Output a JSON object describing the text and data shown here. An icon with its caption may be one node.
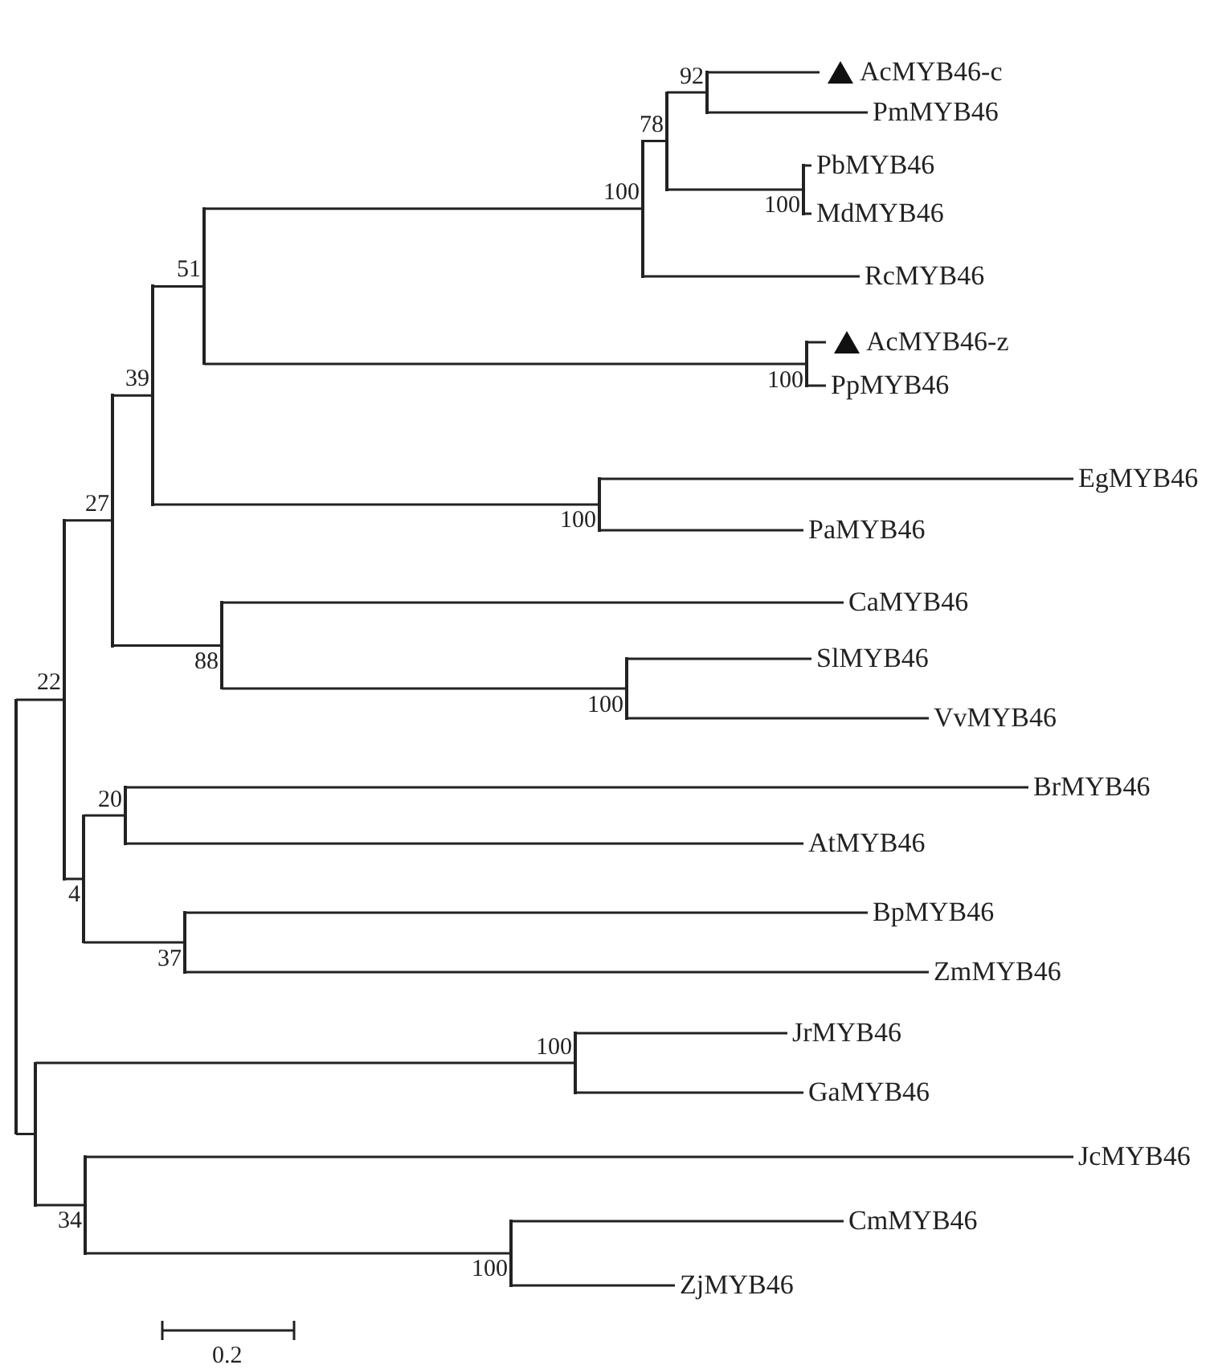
{
  "diagram": {
    "nodes": [
      {
        "text": [],
        "shape": "bar"
      },
      {
        "text": [],
        "shape": "bar",
        "beside": [
          "22"
        ]
      },
      {
        "text": [],
        "shape": "bar",
        "beside": [
          "27"
        ]
      },
      {
        "text": [],
        "shape": "bar",
        "beside": [
          "39"
        ]
      },
      {
        "text": [],
        "shape": "bar",
        "beside": [
          "51"
        ]
      },
      {
        "text": [],
        "shape": "bar",
        "beside": [
          "100"
        ]
      },
      {
        "text": [],
        "shape": "bar",
        "beside": [
          "78"
        ]
      },
      {
        "text": [],
        "shape": "bar",
        "beside": [
          "92"
        ]
      },
      {
        "text": [
          "AcMYB46-c"
        ]
      },
      {
        "text": [
          "PmMYB46"
        ]
      },
      {
        "text": [],
        "shape": "bar",
        "beside": [
          "100"
        ]
      },
      {
        "text": [
          "PbMYB46"
        ]
      },
      {
        "text": [
          "MdMYB46"
        ]
      },
      {
        "text": [
          "RcMYB46"
        ]
      },
      {
        "text": [],
        "shape": "bar",
        "beside": [
          "100"
        ]
      },
      {
        "text": [
          "AcMYB46-z"
        ]
      },
      {
        "text": [
          "PpMYB46"
        ]
      },
      {
        "text": [],
        "shape": "bar",
        "beside": [
          "100"
        ]
      },
      {
        "text": [
          "EgMYB46"
        ]
      },
      {
        "text": [
          "PaMYB46"
        ]
      },
      {
        "text": [],
        "shape": "bar",
        "beside": [
          "88"
        ]
      },
      {
        "text": [
          "CaMYB46"
        ]
      },
      {
        "text": [],
        "shape": "bar",
        "beside": [
          "100"
        ]
      },
      {
        "text": [
          "SlMYB46"
        ]
      },
      {
        "text": [
          "VvMYB46"
        ]
      },
      {
        "text": [],
        "shape": "bar",
        "beside": [
          "4"
        ]
      },
      {
        "text": [],
        "shape": "bar",
        "beside": [
          "20"
        ]
      },
      {
        "text": [
          "BrMYB46"
        ]
      },
      {
        "text": [
          "AtMYB46"
        ]
      },
      {
        "text": [],
        "shape": "bar",
        "beside": [
          "37"
        ]
      },
      {
        "text": [
          "BpMYB46"
        ]
      },
      {
        "text": [
          "ZmMYB46"
        ]
      },
      {
        "text": [],
        "shape": "bar"
      },
      {
        "text": [],
        "shape": "bar",
        "beside": [
          "100"
        ]
      },
      {
        "text": [
          "JrMYB46"
        ]
      },
      {
        "text": [
          "GaMYB46"
        ]
      },
      {
        "text": [],
        "shape": "bar",
        "beside": [
          "34"
        ]
      },
      {
        "text": [
          "JcMYB46"
        ]
      },
      {
        "text": [],
        "shape": "bar",
        "beside": [
          "100"
        ]
      },
      {
        "text": [
          "CmMYB46"
        ]
      },
      {
        "text": [
          "ZjMYB46"
        ]
      }
    ],
    "edges": [
      {
        "from": 0,
        "to": 1,
        "arrow": "none"
      },
      {
        "from": 1,
        "to": 2,
        "arrow": "none"
      },
      {
        "from": 2,
        "to": 3,
        "arrow": "none"
      },
      {
        "from": 3,
        "to": 4,
        "arrow": "none"
      },
      {
        "from": 4,
        "to": 5,
        "arrow": "none"
      },
      {
        "from": 5,
        "to": 6,
        "arrow": "none"
      },
      {
        "from": 6,
        "to": 7,
        "arrow": "none"
      },
      {
        "from": 7,
        "to": 8,
        "arrow": "none"
      },
      {
        "from": 7,
        "to": 9,
        "arrow": "none"
      },
      {
        "from": 6,
        "to": 10,
        "arrow": "none"
      },
      {
        "from": 10,
        "to": 11,
        "arrow": "none"
      },
      {
        "from": 10,
        "to": 12,
        "arrow": "none"
      },
      {
        "from": 5,
        "to": 13,
        "arrow": "none"
      },
      {
        "from": 4,
        "to": 14,
        "arrow": "none"
      },
      {
        "from": 14,
        "to": 15,
        "arrow": "none"
      },
      {
        "from": 14,
        "to": 16,
        "arrow": "none"
      },
      {
        "from": 3,
        "to": 17,
        "arrow": "none"
      },
      {
        "from": 17,
        "to": 18,
        "arrow": "none"
      },
      {
        "from": 17,
        "to": 19,
        "arrow": "none"
      },
      {
        "from": 2,
        "to": 20,
        "arrow": "none"
      },
      {
        "from": 20,
        "to": 21,
        "arrow": "none"
      },
      {
        "from": 20,
        "to": 22,
        "arrow": "none"
      },
      {
        "from": 22,
        "to": 23,
        "arrow": "none"
      },
      {
        "from": 22,
        "to": 24,
        "arrow": "none"
      },
      {
        "from": 1,
        "to": 25,
        "arrow": "none"
      },
      {
        "from": 25,
        "to": 26,
        "arrow": "none"
      },
      {
        "from": 26,
        "to": 27,
        "arrow": "none"
      },
      {
        "from": 26,
        "to": 28,
        "arrow": "none"
      },
      {
        "from": 25,
        "to": 29,
        "arrow": "none"
      },
      {
        "from": 29,
        "to": 30,
        "arrow": "none"
      },
      {
        "from": 29,
        "to": 31,
        "arrow": "none"
      },
      {
        "from": 0,
        "to": 32,
        "arrow": "none"
      },
      {
        "from": 32,
        "to": 33,
        "arrow": "none"
      },
      {
        "from": 33,
        "to": 34,
        "arrow": "none"
      },
      {
        "from": 33,
        "to": 35,
        "arrow": "none"
      },
      {
        "from": 32,
        "to": 36,
        "arrow": "none"
      },
      {
        "from": 36,
        "to": 37,
        "arrow": "none"
      },
      {
        "from": 36,
        "to": 38,
        "arrow": "none"
      },
      {
        "from": 38,
        "to": 39,
        "arrow": "none"
      },
      {
        "from": 38,
        "to": 40,
        "arrow": "none"
      }
    ],
    "labels": [
      "0.2"
    ]
  }
}
